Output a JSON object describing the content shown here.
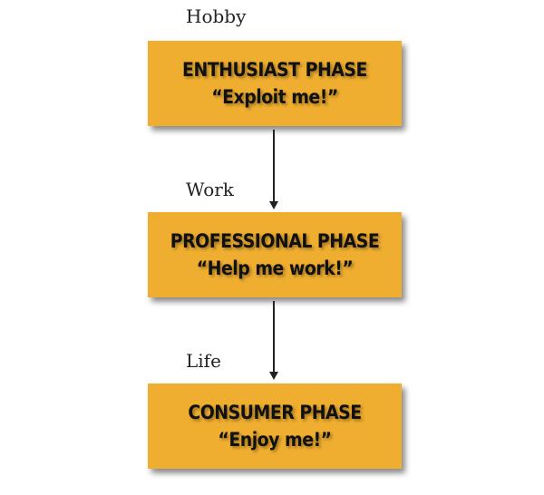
{
  "phases": [
    {
      "label": "Hobby",
      "title": "ENTHUSIAST PHASE",
      "quote": "“Exploit me!”"
    },
    {
      "label": "Work",
      "title": "PROFESSIONAL PHASE",
      "quote": "“Help me work!”"
    },
    {
      "label": "Life",
      "title": "CONSUMER PHASE",
      "quote": "“Enjoy me!”"
    }
  ],
  "colors": {
    "box": "#EFAE2F"
  }
}
